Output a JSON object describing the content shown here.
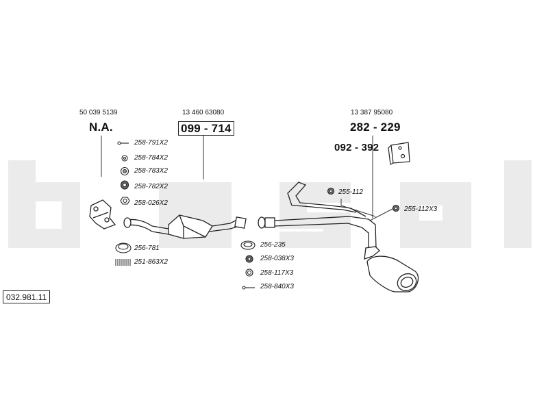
{
  "diagram": {
    "reference": "032.981.11",
    "watermark": "bosal",
    "groups": [
      {
        "oem": "50 039 5139",
        "part": "N.A."
      },
      {
        "oem": "13 460 63080",
        "part": "099 - 714"
      },
      {
        "oem": "13 387 95080",
        "part": "282 - 229"
      }
    ],
    "mount_part": "092 - 392",
    "fittings": {
      "left": [
        "258-791X2",
        "258-784X2",
        "258-783X2",
        "258-782X2",
        "258-026X2",
        "256-781",
        "251-863X2"
      ],
      "middle": [
        "256-235",
        "258-038X3",
        "258-117X3",
        "258-840X3"
      ],
      "right": [
        "255-112",
        "255-112X3"
      ]
    }
  }
}
